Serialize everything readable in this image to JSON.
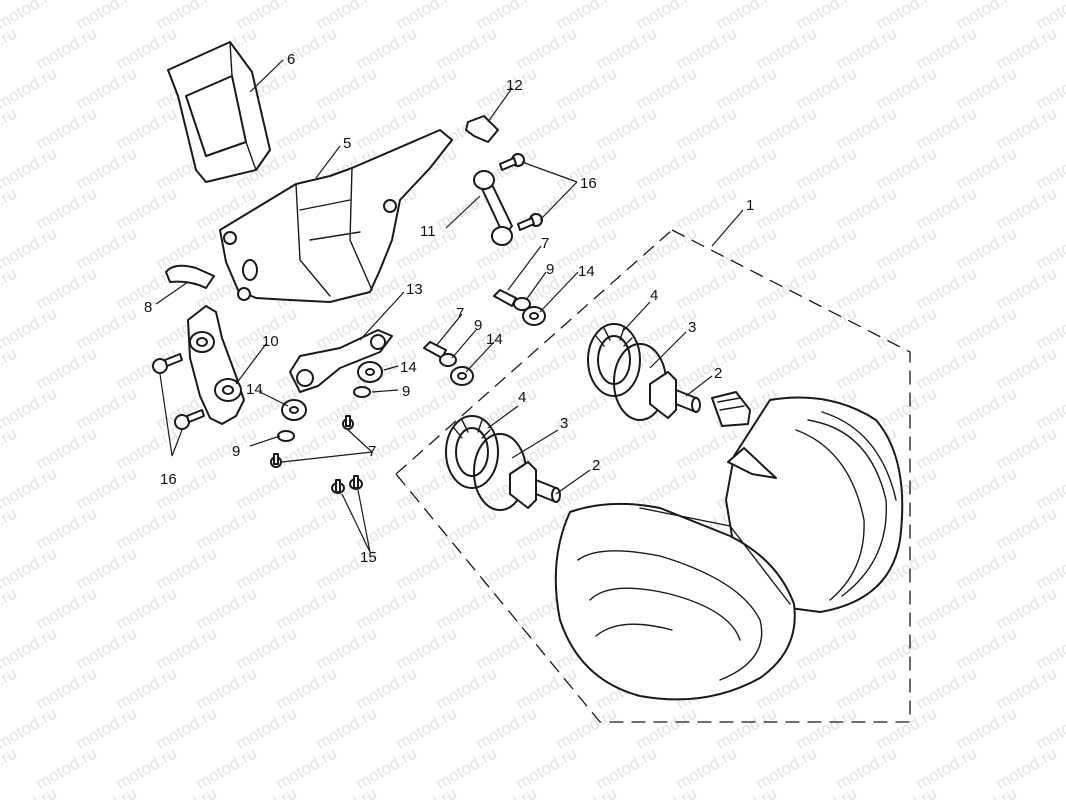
{
  "watermark": "motod.ru",
  "callouts": {
    "c1": "1",
    "c2a": "2",
    "c2b": "2",
    "c3a": "3",
    "c3b": "3",
    "c4a": "4",
    "c4b": "4",
    "c5": "5",
    "c6": "6",
    "c7a": "7",
    "c7b": "7",
    "c7c": "7",
    "c8": "8",
    "c9a": "9",
    "c9b": "9",
    "c9c": "9",
    "c9d": "9",
    "c10": "10",
    "c11": "11",
    "c12": "12",
    "c13": "13",
    "c14a": "14",
    "c14b": "14",
    "c14c": "14",
    "c14d": "14",
    "c15": "15",
    "c16a": "16",
    "c16b": "16"
  }
}
